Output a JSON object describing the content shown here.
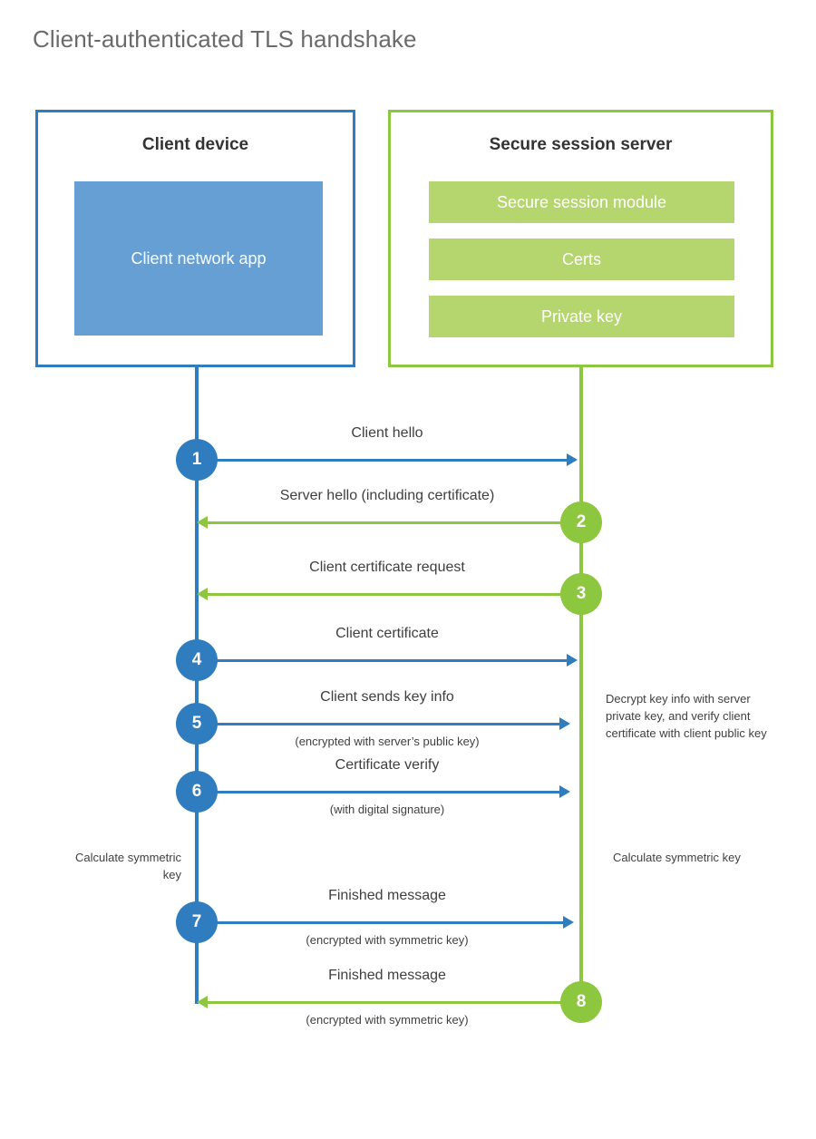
{
  "title": "Client-authenticated TLS handshake",
  "colors": {
    "client_blue": "#2F7CBF",
    "client_app_fill": "#659FD3",
    "server_green": "#8DC63F",
    "server_bar_fill": "#B5D66F",
    "text": "#3f3f3f",
    "title_text": "#6b6b6b"
  },
  "client": {
    "title": "Client device",
    "app_label": "Client network app"
  },
  "server": {
    "title": "Secure session server",
    "components": [
      "Secure session module",
      "Certs",
      "Private key"
    ]
  },
  "steps": [
    {
      "number": "1",
      "label": "Client hello",
      "sublabel": "",
      "direction": "client-to-server",
      "color": "blue"
    },
    {
      "number": "2",
      "label": "Server hello (including certificate)",
      "sublabel": "",
      "direction": "server-to-client",
      "color": "green"
    },
    {
      "number": "3",
      "label": "Client certificate request",
      "sublabel": "",
      "direction": "server-to-client",
      "color": "green"
    },
    {
      "number": "4",
      "label": "Client certificate",
      "sublabel": "",
      "direction": "client-to-server",
      "color": "blue"
    },
    {
      "number": "5",
      "label": "Client sends key info",
      "sublabel": "(encrypted with server’s public key)",
      "direction": "client-to-server",
      "color": "blue"
    },
    {
      "number": "6",
      "label": "Certificate verify",
      "sublabel": "(with digital signature)",
      "direction": "client-to-server",
      "color": "blue"
    },
    {
      "number": "7",
      "label": "Finished message",
      "sublabel": "(encrypted with symmetric key)",
      "direction": "client-to-server",
      "color": "blue"
    },
    {
      "number": "8",
      "label": "Finished message",
      "sublabel": "(encrypted with symmetric key)",
      "direction": "server-to-client",
      "color": "green"
    }
  ],
  "annotations": {
    "server_decrypt": "Decrypt key info with server private key, and verify client certificate with client public key",
    "client_calculate": "Calculate symmetric key",
    "server_calculate": "Calculate symmetric key"
  }
}
